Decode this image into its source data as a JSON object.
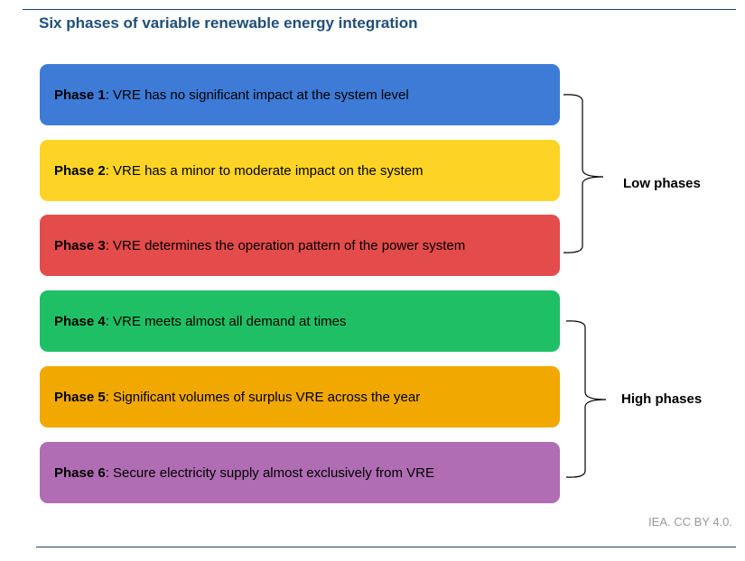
{
  "title": "Six phases of variable renewable energy integration",
  "phases": [
    {
      "label": "Phase 1",
      "text": ": VRE has no significant impact at the system level",
      "color": "#3d7bd6"
    },
    {
      "label": "Phase 2",
      "text": ": VRE has a minor to moderate impact on the system",
      "color": "#fdd425"
    },
    {
      "label": "Phase 3",
      "text": ": VRE determines the operation pattern of the power system",
      "color": "#e44b4b"
    },
    {
      "label": "Phase 4",
      "text": ": VRE meets almost all demand at times",
      "color": "#1fc065"
    },
    {
      "label": "Phase 5",
      "text": ": Significant volumes of surplus VRE across the year",
      "color": "#f1a800"
    },
    {
      "label": "Phase 6",
      "text": ": Secure electricity supply almost exclusively from VRE",
      "color": "#b06db3"
    }
  ],
  "groups": {
    "low": "Low phases",
    "high": "High phases"
  },
  "credit": "IEA. CC BY 4.0."
}
